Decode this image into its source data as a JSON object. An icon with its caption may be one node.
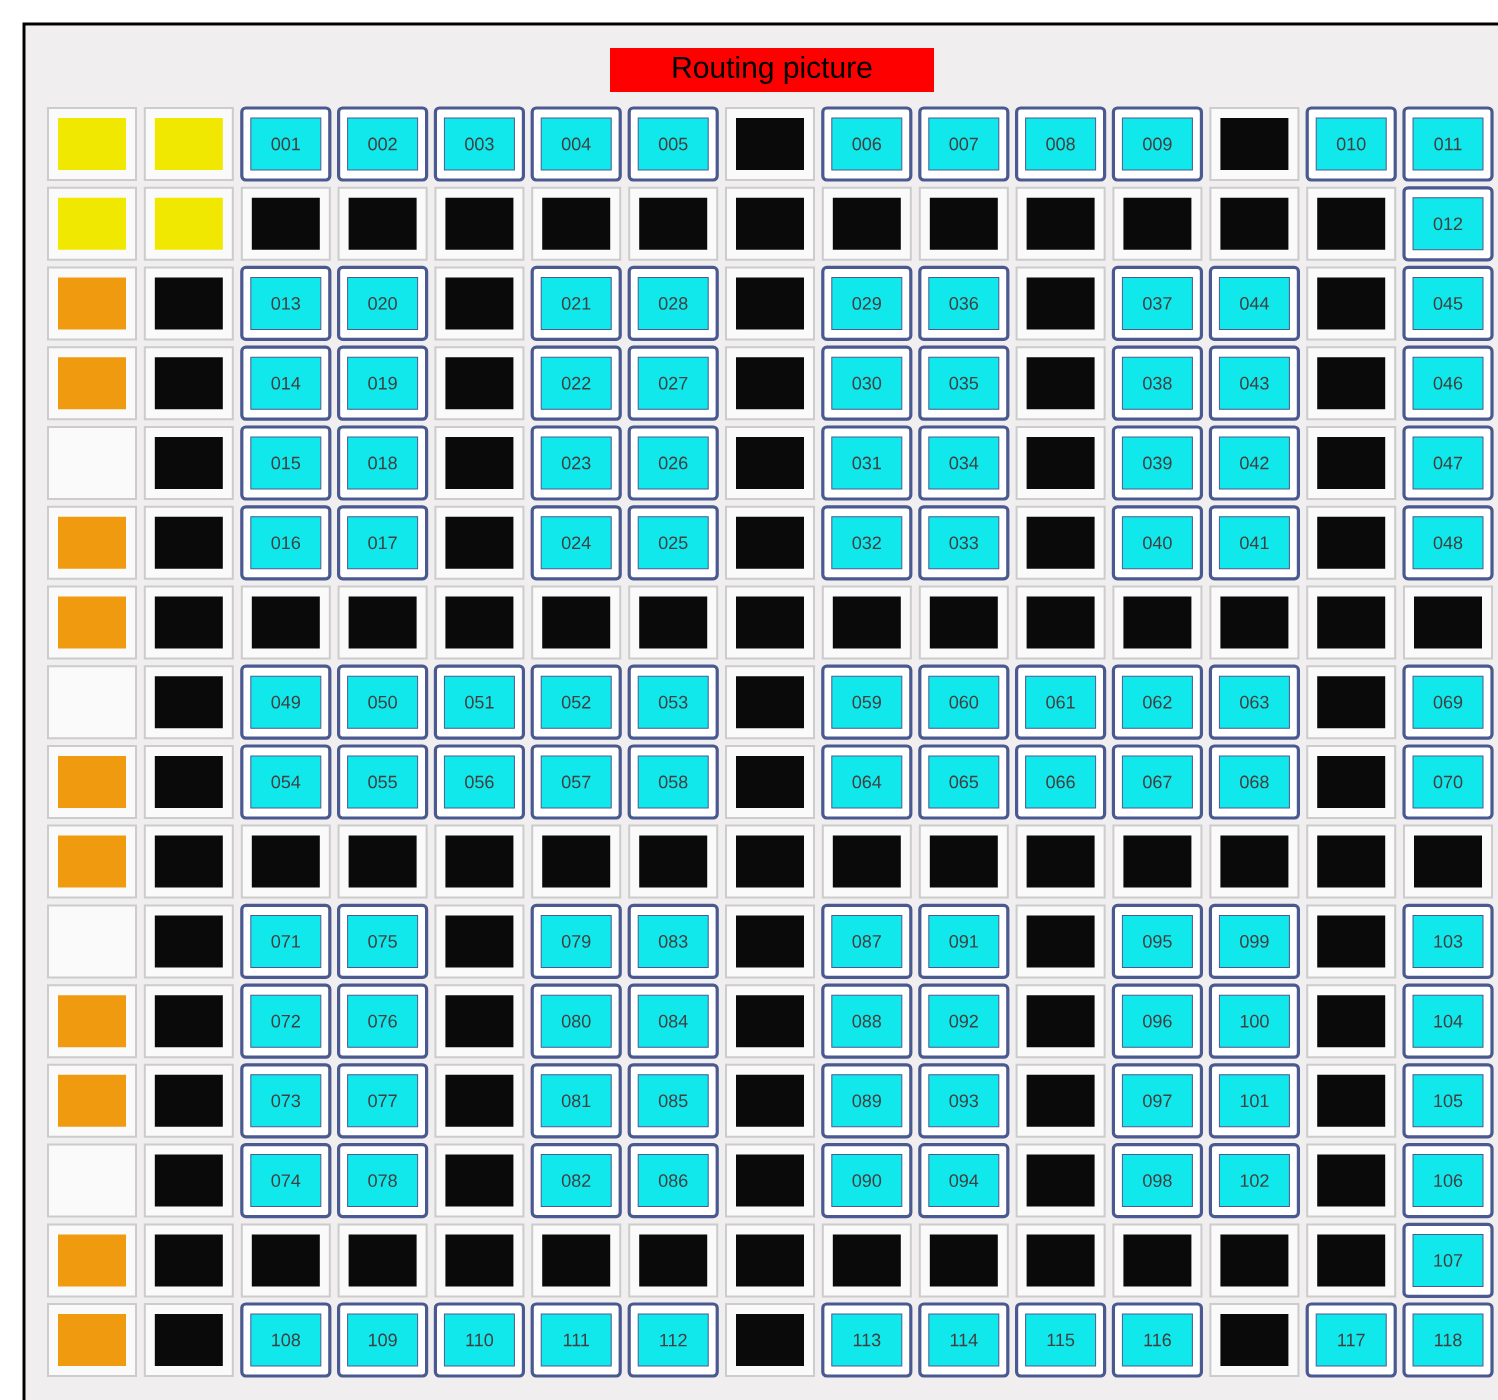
{
  "diagram": {
    "title": "Routing picture",
    "labels": [
      "001",
      "002",
      "003",
      "004",
      "005",
      "006",
      "007",
      "008",
      "009",
      "010",
      "011",
      "012",
      "013",
      "020",
      "021",
      "028",
      "029",
      "036",
      "037",
      "044",
      "045",
      "014",
      "019",
      "022",
      "027",
      "030",
      "035",
      "038",
      "043",
      "046",
      "015",
      "018",
      "023",
      "026",
      "031",
      "034",
      "039",
      "042",
      "047",
      "016",
      "017",
      "024",
      "025",
      "032",
      "033",
      "040",
      "041",
      "048",
      "049",
      "050",
      "051",
      "052",
      "053",
      "059",
      "060",
      "061",
      "062",
      "063",
      "069",
      "054",
      "055",
      "056",
      "057",
      "058",
      "064",
      "065",
      "066",
      "067",
      "068",
      "070",
      "071",
      "075",
      "079",
      "083",
      "087",
      "091",
      "095",
      "099",
      "103",
      "072",
      "076",
      "080",
      "084",
      "088",
      "092",
      "096",
      "100",
      "104",
      "073",
      "077",
      "081",
      "085",
      "089",
      "093",
      "097",
      "101",
      "105",
      "074",
      "078",
      "082",
      "086",
      "090",
      "094",
      "098",
      "102",
      "106",
      "107",
      "108",
      "109",
      "110",
      "111",
      "112",
      "113",
      "114",
      "115",
      "116",
      "117",
      "118"
    ]
  }
}
